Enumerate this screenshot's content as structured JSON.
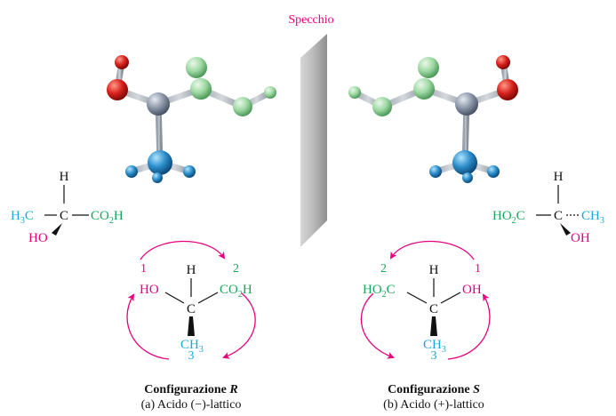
{
  "mirror_label": "Specchio",
  "colors": {
    "magenta": "#e6007e",
    "cyan": "#1aa7d8",
    "green": "#1aa55c",
    "black": "#111111",
    "carbon": "#8a96a8",
    "oxygen": "#d8201c",
    "hydrogen_light": "#9ed9a3",
    "methyl_blue": "#2a8cc9"
  },
  "left": {
    "small": {
      "h": "H",
      "c": "C",
      "ch3": {
        "main": "H",
        "sub": "3",
        "tail": "C"
      },
      "co2h": {
        "main": "CO",
        "sub": "2",
        "tail": "H"
      },
      "oh": "HO"
    },
    "big": {
      "h": "H",
      "c": "C",
      "oh": "HO",
      "co2h": {
        "main": "CO",
        "sub": "2",
        "tail": "H"
      },
      "ch3": {
        "main": "CH",
        "sub": "3"
      },
      "rank1": "1",
      "rank2": "2",
      "rank3": "3"
    },
    "caption": {
      "title": "Configurazione ",
      "title_letter": "R",
      "subtitle": "(a) Acido (−)-lattico"
    }
  },
  "right": {
    "small": {
      "h": "H",
      "c": "C",
      "co2h": {
        "main": "HO",
        "sub": "2",
        "tail": "C"
      },
      "ch3": "CH",
      "ch3_sub": "3",
      "oh": "OH"
    },
    "big": {
      "h": "H",
      "c": "C",
      "oh": "OH",
      "co2h": {
        "main": "HO",
        "sub": "2",
        "tail": "C"
      },
      "ch3": {
        "main": "CH",
        "sub": "3"
      },
      "rank1": "1",
      "rank2": "2",
      "rank3": "3"
    },
    "caption": {
      "title": "Configurazione ",
      "title_letter": "S",
      "subtitle": "(b) Acido (+)-lattico"
    }
  }
}
